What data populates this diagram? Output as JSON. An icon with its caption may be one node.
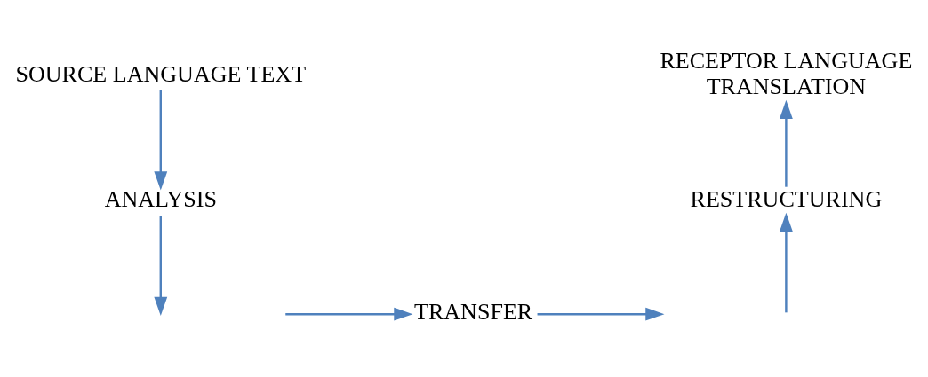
{
  "diagram": {
    "nodes": [
      {
        "text": [
          "SOURCE LANGUAGE TEXT"
        ]
      },
      {
        "text": [
          "ANALYSIS"
        ]
      },
      {
        "text": [
          "TRANSFER"
        ]
      },
      {
        "text": [
          "RESTRUCTURING"
        ]
      },
      {
        "text": [
          "RECEPTOR LANGUAGE TRANSLATION"
        ]
      }
    ],
    "edges": [
      {
        "from": 0,
        "to": 1,
        "arrow": "to"
      },
      {
        "from": 1,
        "to": null,
        "arrow": "to"
      },
      {
        "from": null,
        "to": 2,
        "arrow": "to"
      },
      {
        "from": 2,
        "to": null,
        "arrow": "to"
      },
      {
        "from": null,
        "to": 3,
        "arrow": "to"
      },
      {
        "from": 3,
        "to": 4,
        "arrow": "to"
      }
    ]
  }
}
